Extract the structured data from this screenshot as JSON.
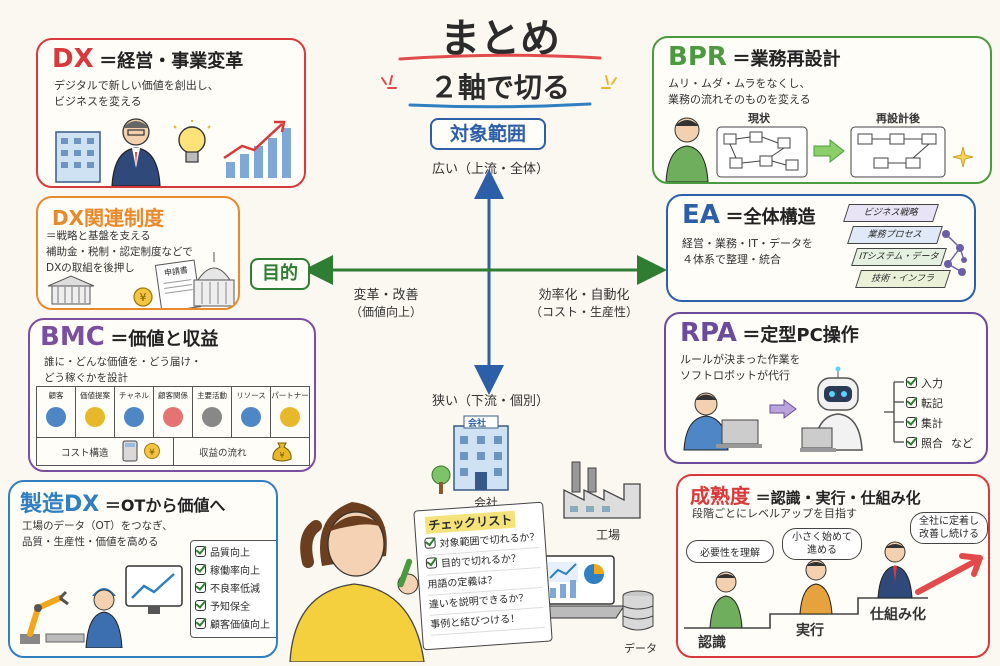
{
  "header": {
    "title": "まとめ",
    "subtitle": "２軸で切る"
  },
  "axes": {
    "vertical_title": "対象範囲",
    "top_label": "広い（上流・全体）",
    "bottom_label": "狭い（下流・個別）",
    "left_title": "目的",
    "left_label_1": "変革・改善",
    "left_label_2": "（価値向上）",
    "right_label_1": "効率化・自動化",
    "right_label_2": "（コスト・生産性）"
  },
  "colors": {
    "dx": "#d9393a",
    "dx_system": "#e8892b",
    "bmc": "#7a4fa0",
    "mfg_dx": "#2f7fc1",
    "bpr": "#4c9a3f",
    "ea": "#2d5fa8",
    "rpa": "#6a4b9c",
    "maturity": "#d9393a",
    "axis": "#2d5fa8",
    "purpose": "#2e7d32"
  },
  "dx": {
    "name": "DX",
    "rest": "＝経営・事業変革",
    "desc": "デジタルで新しい価値を創出し、\nビジネスを変える",
    "icons": [
      "building-icon",
      "businessman-icon",
      "lightbulb-icon",
      "growth-chart-icon"
    ]
  },
  "dx_system": {
    "name": "DX関連制度",
    "desc": "＝戦略と基盤を支える\n補助金・税制・認定制度などで\nDXの取組を後押し",
    "form_label": "申請書",
    "icons": [
      "government-building-icon",
      "dome-building-icon",
      "yen-coin-icon",
      "document-icon"
    ]
  },
  "bmc": {
    "name": "BMC",
    "rest": "＝価値と収益",
    "desc": "誰に・どんな価値を・どう届け・\nどう稼ぐかを設計",
    "columns": [
      "顧客",
      "価値提案",
      "チャネル",
      "顧客関係",
      "主要活動",
      "リソース",
      "パートナー"
    ],
    "cost_label": "コスト構造",
    "revenue_label": "収益の流れ"
  },
  "mfg_dx": {
    "name": "製造DX",
    "rest": "＝OTから価値へ",
    "desc": "工場のデータ（OT）をつなぎ、\n品質・生産性・価値を高める",
    "checks": [
      "品質向上",
      "稼働率向上",
      "不良率低減",
      "予知保全",
      "顧客価値向上"
    ]
  },
  "bpr": {
    "name": "BPR",
    "rest": "＝業務再設計",
    "desc": "ムリ・ムダ・ムラをなくし、\n業務の流れそのものを変える",
    "before_label": "現状",
    "after_label": "再設計後"
  },
  "ea": {
    "name": "EA",
    "rest": "＝全体構造",
    "desc": "経営・業務・IT・データを\n４体系で整理・統合",
    "layers": [
      "ビジネス戦略",
      "業務プロセス",
      "ITシステム・データ",
      "技術・インフラ"
    ]
  },
  "rpa": {
    "name": "RPA",
    "rest": "＝定型PC操作",
    "desc": "ルールが決まった作業を\nソフトロボットが代行",
    "tasks": [
      "入力",
      "転記",
      "集計",
      "照合"
    ],
    "tasks_suffix": "など"
  },
  "maturity": {
    "name": "成熟度",
    "rest": "＝認識・実行・仕組み化",
    "desc": "段階ごとにレベルアップを目指す",
    "bubbles": [
      "必要性を理解",
      "小さく始めて\n進める",
      "全社に定着し\n改善し続ける"
    ],
    "steps": [
      "認識",
      "実行",
      "仕組み化"
    ]
  },
  "center": {
    "company_label": "会社",
    "company_sign": "会社",
    "factory_label": "工場",
    "data_label": "データ",
    "checklist_title": "チェックリスト",
    "checklist": [
      {
        "text": "対象範囲で切れるか？",
        "checked": true
      },
      {
        "text": "目的で切れるか？",
        "checked": true
      },
      {
        "text": "用語の定義は？",
        "checked": false
      },
      {
        "text": "違いを説明できるか？",
        "checked": false
      },
      {
        "text": "事例と結びつける！",
        "checked": false
      }
    ]
  }
}
